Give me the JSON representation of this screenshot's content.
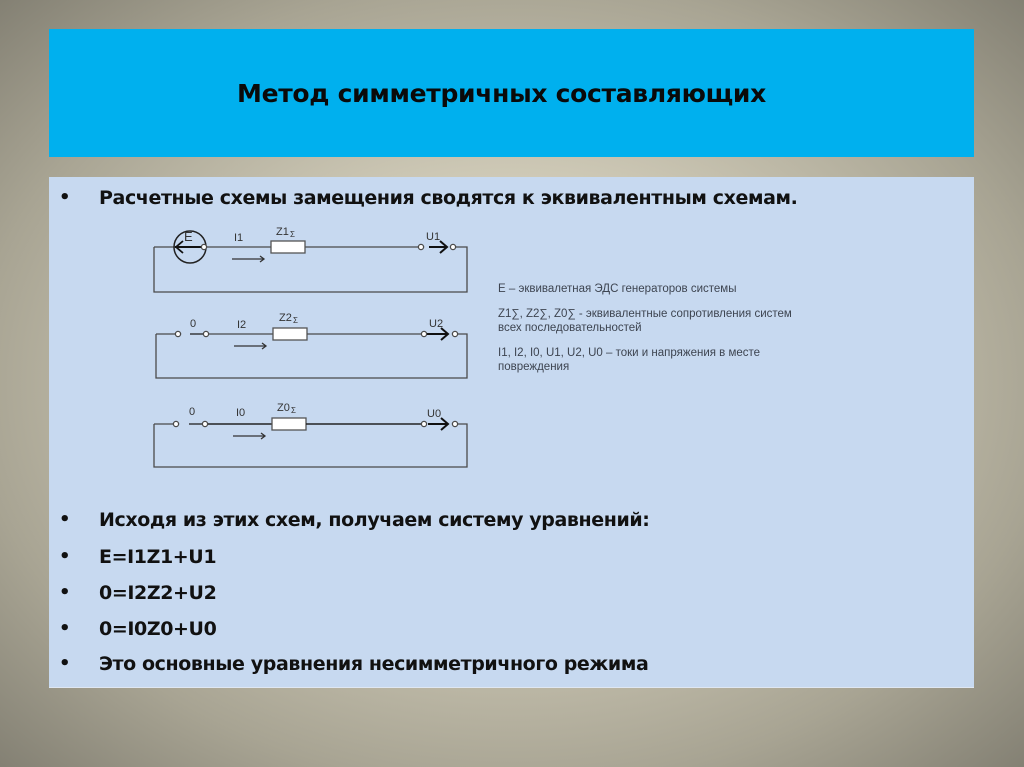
{
  "slide": {
    "title": "Метод симметричных составляющих",
    "colors": {
      "title_bg": "#00b0ee",
      "content_bg": "#c7d9f0",
      "text": "#111111",
      "diagram_line": "#555555"
    }
  },
  "bullets": [
    {
      "text": "Расчетные схемы замещения сводятся к эквивалентным схемам."
    },
    {
      "text": "Исходя из этих схем, получаем систему уравнений:"
    },
    {
      "text": "E=I1Z1+U1"
    },
    {
      "text": "0=I2Z2+U2"
    },
    {
      "text": "0=I0Z0+U0"
    },
    {
      "text": "Это основные уравнения несимметричного режима"
    }
  ],
  "bullet_symbol": "•",
  "circuits": [
    {
      "source": "E",
      "source_type": "emf-circle",
      "current": "I1",
      "impedance": "Z1",
      "impedance_sub": "Σ",
      "voltage": "U1"
    },
    {
      "source": "0",
      "source_type": "terminals",
      "current": "I2",
      "impedance": "Z2",
      "impedance_sub": "Σ",
      "voltage": "U2"
    },
    {
      "source": "0",
      "source_type": "terminals",
      "current": "I0",
      "impedance": "Z0",
      "impedance_sub": "Σ",
      "voltage": "U0"
    }
  ],
  "legend": [
    "E – эквивалетная ЭДС генераторов системы",
    "Z1∑, Z2∑, Z0∑  - эквивалентные сопротивления систем всех последовательностей",
    "I1, I2, I0, U1, U2, U0 – токи и напряжения в месте повреждения"
  ]
}
